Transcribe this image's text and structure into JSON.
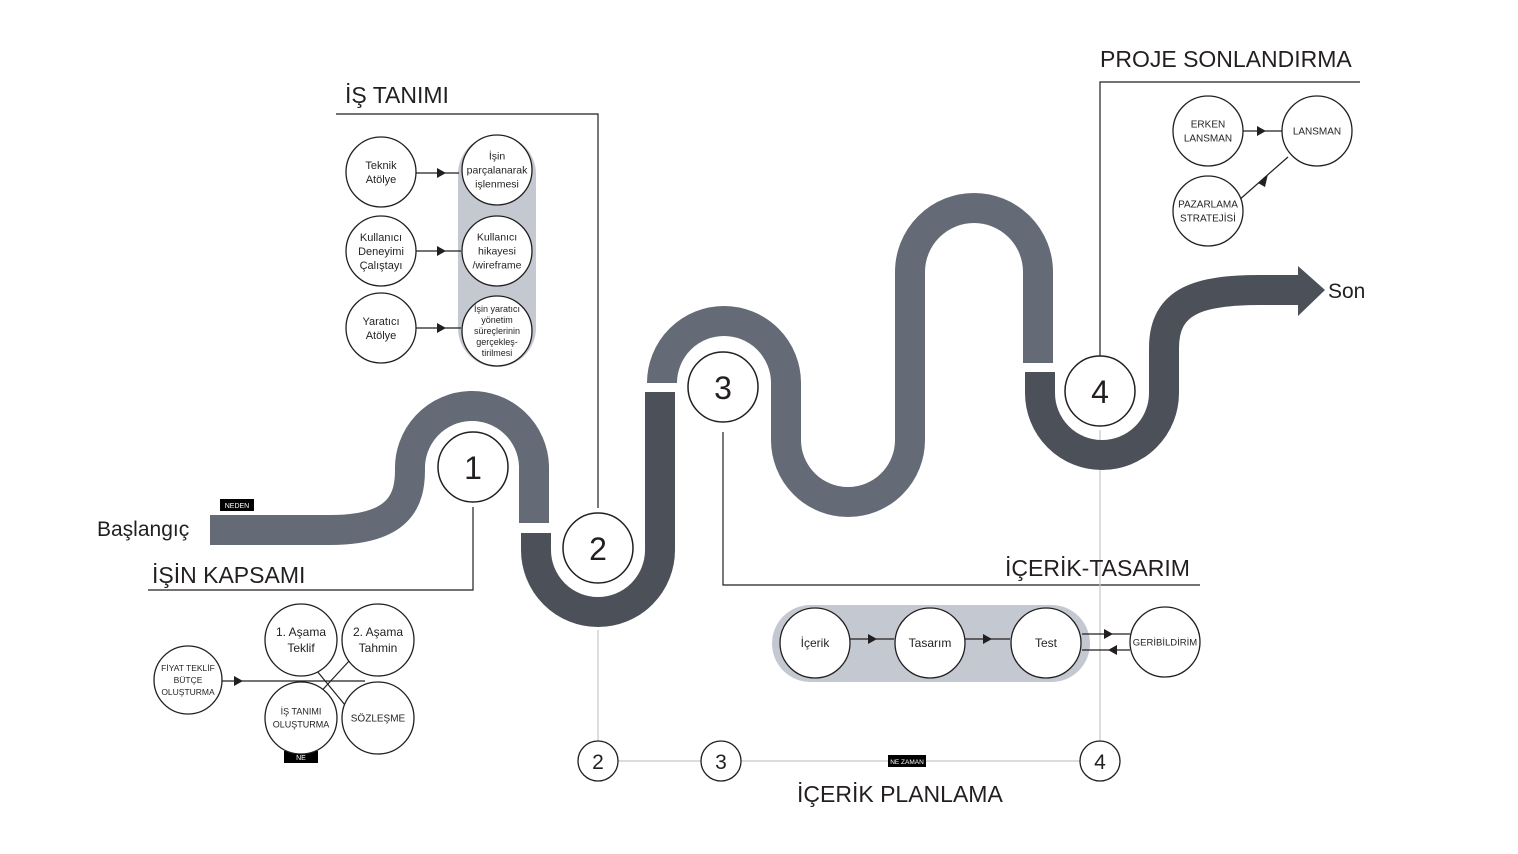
{
  "colors": {
    "road_light": "#646b76",
    "road_dark": "#4b5059",
    "pill": "#c4c8d1",
    "text": "#231f20"
  },
  "labels": {
    "start": "Başlangıç",
    "end": "Son",
    "neden": "NEDEN",
    "ne": "NE",
    "ne_zaman": "NE ZAMAN"
  },
  "milestones": [
    "1",
    "2",
    "3",
    "4"
  ],
  "sections": {
    "isin_kapsami": {
      "title": "İŞİN KAPSAMI",
      "nodes": {
        "fiyat": [
          "FİYAT TEKLİF",
          "BÜTÇE",
          "OLUŞTURMA"
        ],
        "asama1": [
          "1. Aşama",
          "Teklif"
        ],
        "asama2": [
          "2. Aşama",
          "Tahmin"
        ],
        "is_tanimi": [
          "İŞ TANIMI",
          "OLUŞTURMA"
        ],
        "sozlesme": [
          "SÖZLEŞME"
        ]
      }
    },
    "is_tanimi": {
      "title": "İŞ TANIMI",
      "left": [
        [
          "Teknik",
          "Atölye"
        ],
        [
          "Kullanıcı",
          "Deneyimi",
          "Çalıştayı"
        ],
        [
          "Yaratıcı",
          "Atölye"
        ]
      ],
      "right": [
        [
          "İşin",
          "parçalanarak",
          "işlenmesi"
        ],
        [
          "Kullanıcı",
          "hikayesi",
          "/wireframe"
        ],
        [
          "İşin yaratıcı",
          "yönetim",
          "süreçlerinin",
          "gerçekleş-",
          "tirilmesi"
        ]
      ]
    },
    "icerik_tasarim": {
      "title": "İÇERİK-TASARIM",
      "nodes": [
        [
          "İçerik"
        ],
        [
          "Tasarım"
        ],
        [
          "Test"
        ]
      ],
      "feedback": [
        "GERİBİLDİRİM"
      ]
    },
    "proje_sonlandirma": {
      "title": "PROJE SONLANDIRMA",
      "nodes": {
        "erken": [
          "ERKEN",
          "LANSMAN"
        ],
        "lansman": [
          "LANSMAN"
        ],
        "pazarlama": [
          "PAZARLAMA",
          "STRATEJİSİ"
        ]
      }
    },
    "icerik_planlama": {
      "title": "İÇERİK PLANLAMA",
      "steps": [
        "2",
        "3",
        "4"
      ]
    }
  }
}
